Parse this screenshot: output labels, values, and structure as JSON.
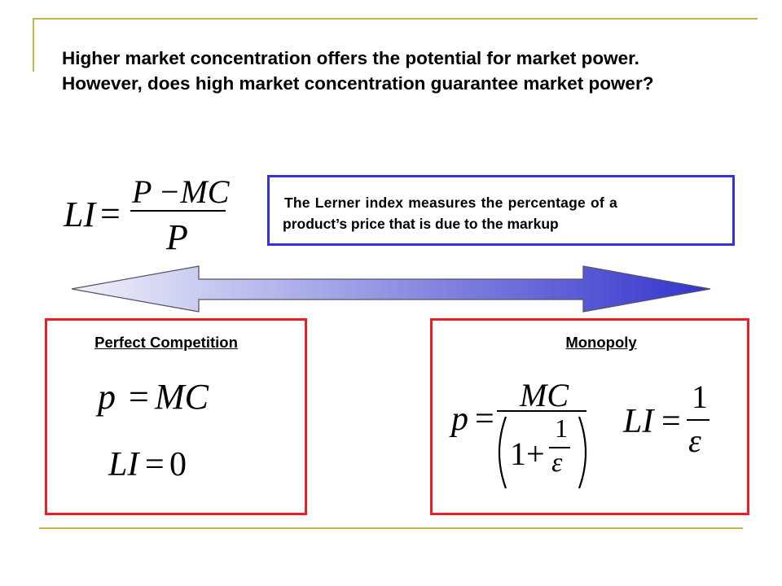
{
  "slide": {
    "title": "Higher market concentration offers the potential for market power.  However, does high market concentration guarantee market power?"
  },
  "lerner_formula": {
    "lhs": "LI",
    "equals": "=",
    "numerator": "P −MC",
    "denominator": "P"
  },
  "lerner_note": {
    "line1": "The Lerner index measures the percentage of a",
    "line2": "product’s price that is due to the markup"
  },
  "spectrum_arrow": {
    "gradient_start": "#f0f2fa",
    "gradient_end": "#3333cc"
  },
  "perfect_competition": {
    "title": "Perfect Competition",
    "price_rule": {
      "lhs": "p",
      "equals": "=",
      "rhs": "MC"
    },
    "lerner_value": {
      "lhs": "LI",
      "equals": "=",
      "rhs": "0"
    }
  },
  "monopoly": {
    "title": "Monopoly",
    "price_rule": {
      "lhs": "p",
      "equals": "=",
      "numerator": "MC",
      "one": "1",
      "plus": "+",
      "inner_numerator": "1",
      "inner_denominator": "ε"
    },
    "lerner_value": {
      "lhs": "LI",
      "equals": "=",
      "numerator": "1",
      "denominator": "ε"
    }
  },
  "colors": {
    "accent_blue": "#3333dd",
    "accent_red": "#ee1c24",
    "decor_gold": "#c8b448"
  }
}
